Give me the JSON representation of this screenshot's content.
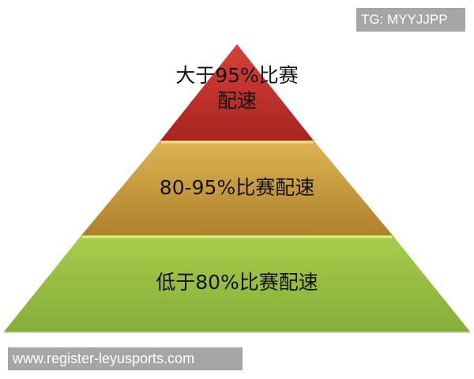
{
  "diagram": {
    "type": "pyramid",
    "tiers": [
      {
        "level": "top",
        "label_line1": "大于95%比赛",
        "label_line2": "配速",
        "color": "#c0302a"
      },
      {
        "level": "middle",
        "label": "80-95%比赛配速",
        "color": "#c9a342"
      },
      {
        "level": "bottom",
        "label": "低于80%比赛配速",
        "color": "#98c040"
      }
    ]
  },
  "watermarks": {
    "top_right": "TG: MYYJJPP",
    "bottom_left": "www.register-leyusports.com"
  }
}
